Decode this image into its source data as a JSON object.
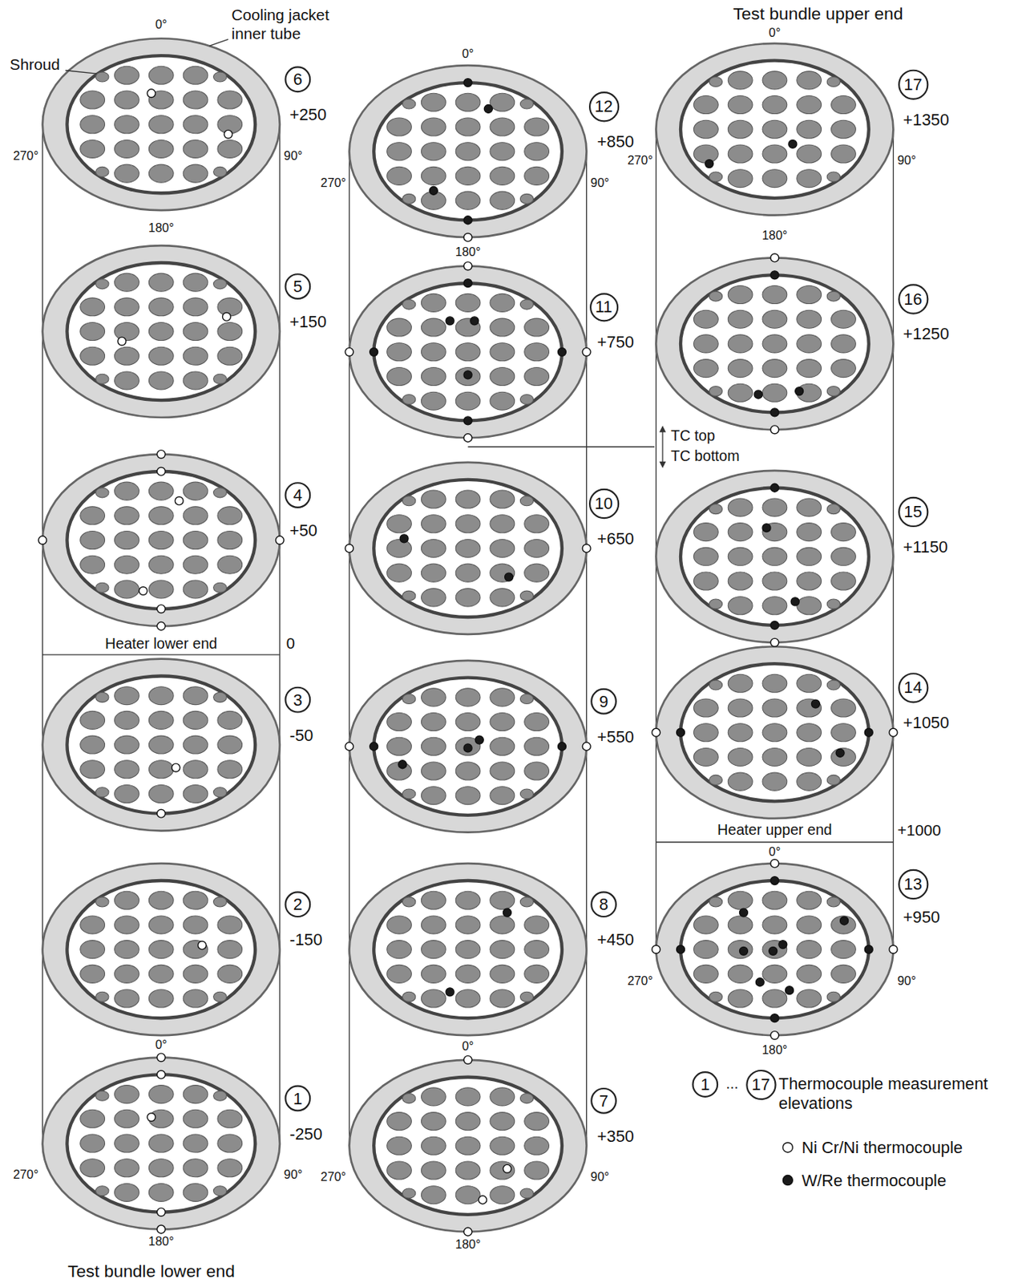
{
  "diagram": {
    "nodes": [
      {
        "text": [
          "1"
        ]
      },
      {
        "text": [
          "2"
        ]
      },
      {
        "text": [
          "3"
        ]
      },
      {
        "text": [
          "4"
        ]
      },
      {
        "text": [
          "5"
        ]
      },
      {
        "text": [
          "6"
        ]
      },
      {
        "text": [
          "7"
        ]
      },
      {
        "text": [
          "8"
        ]
      },
      {
        "text": [
          "9"
        ]
      },
      {
        "text": [
          "10"
        ]
      },
      {
        "text": [
          "11"
        ]
      },
      {
        "text": [
          "12"
        ]
      },
      {
        "text": [
          "13"
        ]
      },
      {
        "text": [
          "14"
        ]
      },
      {
        "text": [
          "15"
        ]
      },
      {
        "text": [
          "16"
        ]
      },
      {
        "text": [
          "17"
        ]
      },
      {
        "text": [
          "1"
        ]
      },
      {
        "text": [
          "17"
        ]
      }
    ],
    "labels": [
      "Test bundle upper end",
      "Test bundle lower end",
      "Cooling jacket inner tube",
      "Shroud",
      "-250",
      "-150",
      "-50",
      "+50",
      "+150",
      "+250",
      "+350",
      "+450",
      "+550",
      "+650",
      "+750",
      "+850",
      "+950",
      "+1050",
      "+1150",
      "+1250",
      "+1350",
      "Heater lower end",
      "0",
      "Heater upper end",
      "+1000",
      "TC top",
      "TC bottom",
      "0°",
      "90°",
      "180°",
      "270°",
      "0°",
      "90°",
      "180°",
      "270°",
      "0°",
      "90°",
      "180°",
      "270°",
      "0°",
      "90°",
      "180°",
      "270°",
      "0°",
      "90°",
      "180°",
      "270°",
      "0°",
      "90°",
      "180°",
      "270°",
      "..."
    ],
    "legend": [
      {
        "text": "Thermocouple measurement elevations"
      },
      {
        "text": "Ni Cr/Ni thermocouple"
      },
      {
        "text": "W/Re thermocouple"
      }
    ]
  }
}
